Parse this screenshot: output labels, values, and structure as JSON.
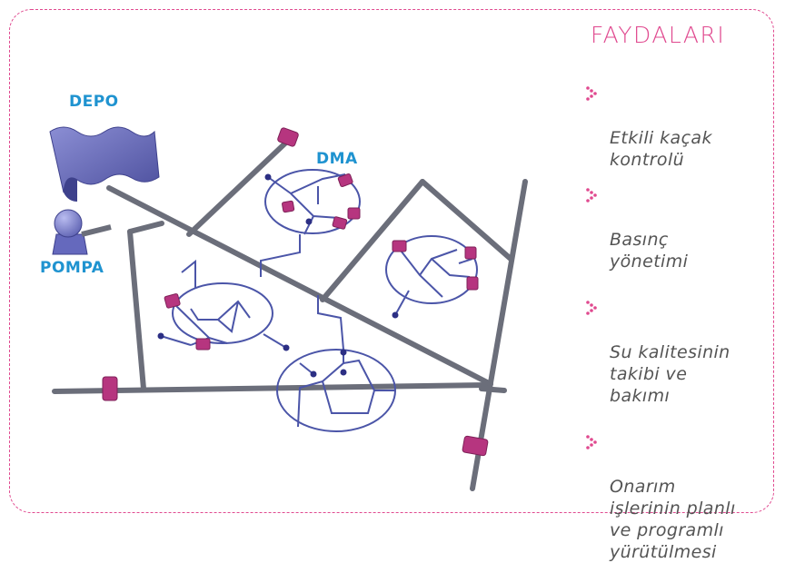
{
  "diagram": {
    "labels": {
      "depo": "DEPO",
      "dma": "DMA",
      "pompa": "POMPA"
    }
  },
  "sidebar": {
    "title": "FAYDALARI",
    "items": [
      {
        "label": "Etkili kaçak\nkontrolü"
      },
      {
        "label": "Basınç\nyönetimi"
      },
      {
        "label": "Su kalitesinin\ntakibi ve\nbakımı"
      },
      {
        "label": "Onarım\nişlerinin planlı\nve programlı\nyürütülmesi"
      }
    ]
  },
  "colors": {
    "accent": "#e0498f",
    "label_blue": "#1f93d0",
    "pipe": "#6b6e7a",
    "network": "#4b55a8",
    "valve": "#b6357f"
  }
}
